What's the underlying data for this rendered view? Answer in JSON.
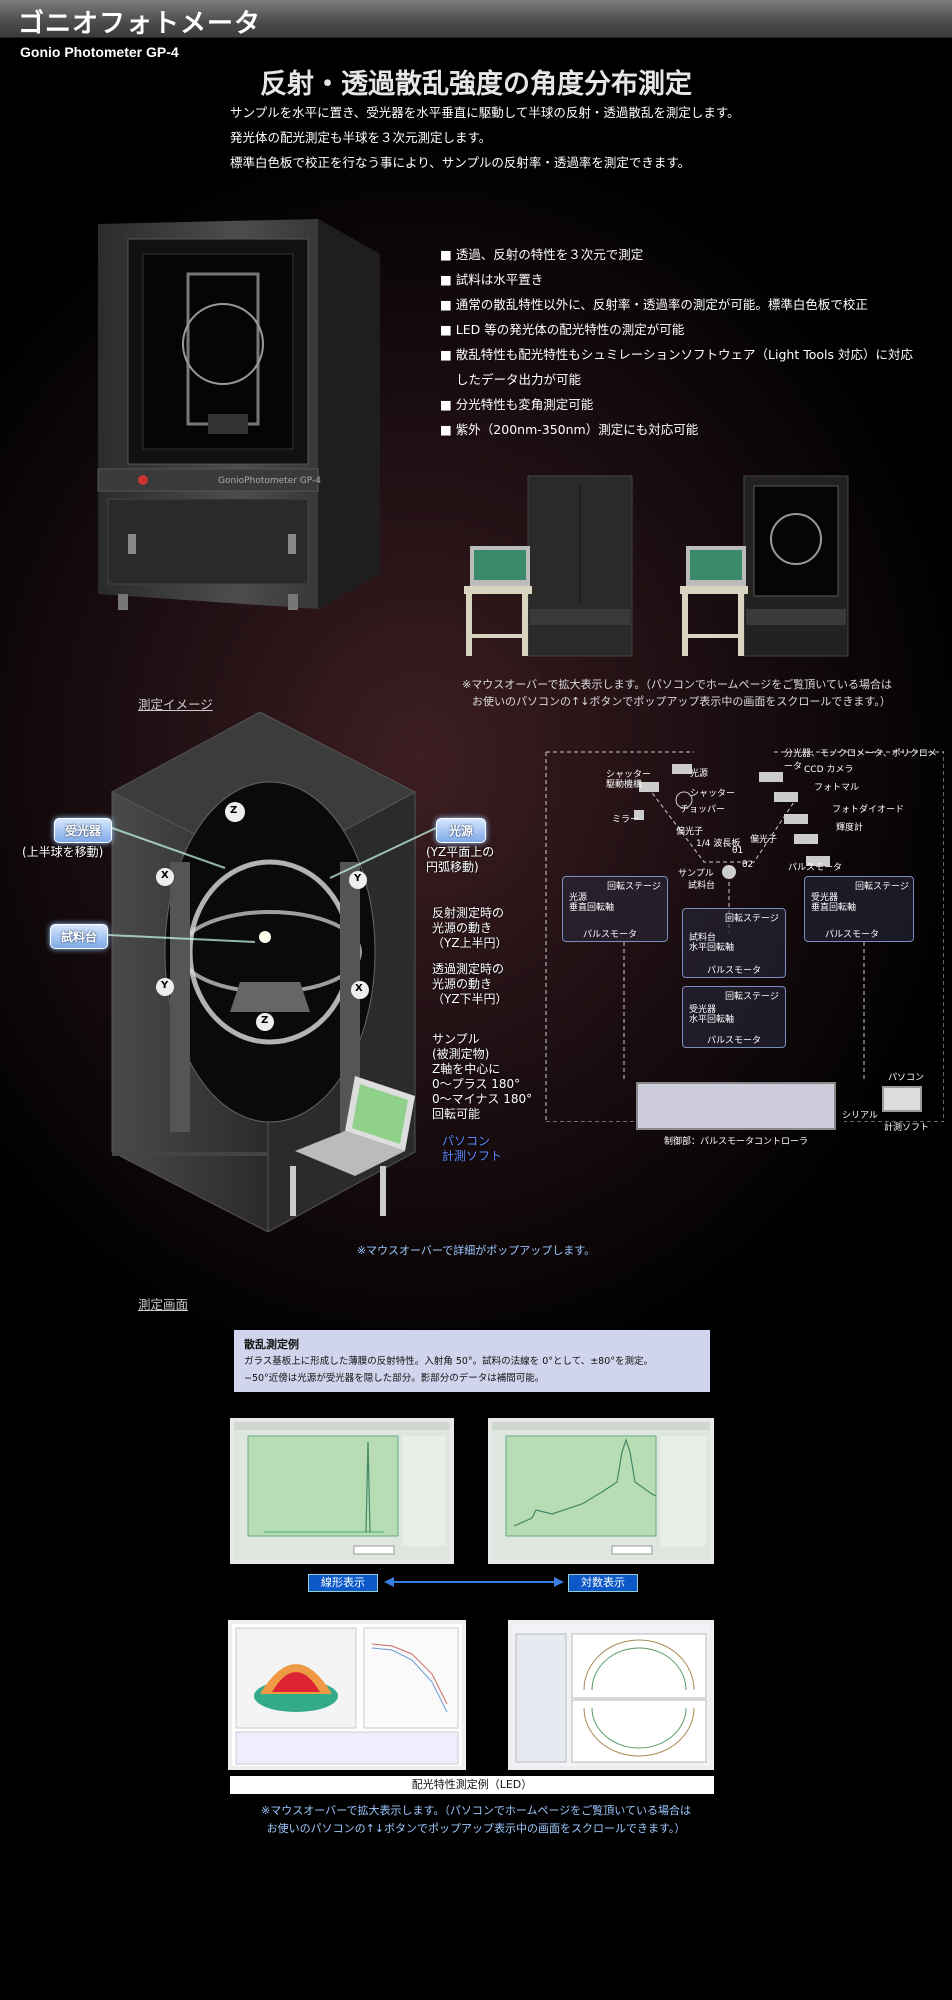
{
  "header": {
    "title": "ゴニオフォトメータ",
    "subtitle": "Gonio Photometer GP-4"
  },
  "main_title": "反射・透過散乱強度の角度分布測定",
  "intro": [
    "サンプルを水平に置き、受光器を水平垂直に駆動して半球の反射・透過散乱を測定します。",
    "発光体の配光測定も半球を３次元測定します。",
    "標準白色板で校正を行なう事により、サンプルの反射率・透過率を測定できます。"
  ],
  "features": [
    "■ 透過、反射の特性を３次元で測定",
    "■ 試料は水平置き",
    "■ 通常の散乱特性以外に、反射率・透過率の測定が可能。標準白色板で校正",
    "■ LED 等の発光体の配光特性の測定が可能",
    "■ 散乱特性も配光特性もシュミレーションソフトウェア（Light Tools 対応）に対応したデータ出力が可能",
    "■ 分光特性も変角測定可能",
    "■ 紫外（200nm-350nm）測定にも対応可能"
  ],
  "device_label": "GonioPhotometer GP-4",
  "mouseover_note_1": [
    "※マウスオーバーで拡大表示します。（パソコンでホームページをご覧頂いている場合は",
    "お使いのパソコンの↑↓ボタンでポップアップ表示中の画面をスクロールできます。）"
  ],
  "measurement_image_label": "測定イメージ",
  "callouts": {
    "receiver": "受光器",
    "receiver_note": "(上半球を移動)",
    "light_source": "光源",
    "light_source_note": [
      "(YZ平面上の",
      "円弧移動)"
    ],
    "sample_stage": "試料台",
    "reflect_note": [
      "反射測定時の",
      "光源の動き",
      "（YZ上半円）"
    ],
    "transmit_note": [
      "透過測定時の",
      "光源の動き",
      "（YZ下半円）"
    ],
    "sample_note": [
      "サンプル",
      "(被測定物)",
      "Z軸を中心に",
      "0～プラス 180°",
      "0～マイナス 180°",
      "回転可能"
    ],
    "pc_note": [
      "パソコン",
      "計測ソフト"
    ]
  },
  "axis_labels": {
    "z": "Z",
    "x": "X",
    "y": "Y"
  },
  "diagram": {
    "shutter_drive": "シャッター\n駆動機構",
    "light_source": "光源",
    "shutter": "シャッター",
    "chopper": "チョッパー",
    "mirror": "ミラー",
    "polarizer": "偏光子",
    "wave_plate": "1/4 波長板",
    "sample": "サンプル",
    "sample_stage": "試料台",
    "theta": "θ1",
    "theta2": "θ2",
    "polarizer2": "偏光子",
    "spectrometer": "分光器、モノクロメータ、ポリクロメータ",
    "ccd": "CCD カメラ",
    "photomul": "フォトマル",
    "photodiode": "フォトダイオード",
    "luminance": "輝度計",
    "pulse_motor": "パルスモータ",
    "rot_stage": "回転ステージ",
    "left_box_title": "光源\n垂直回転軸",
    "left_box_motor": "パルスモータ",
    "mid_box_title": "試料台\n水平回転軸",
    "mid_box_motor": "パルスモータ",
    "right_box_title": "受光器\n垂直回転軸",
    "right_box_motor": "パルスモータ",
    "low_box_title": "受光器\n水平回転軸",
    "low_box_motor": "パルスモータ",
    "controller": "制御部：パルスモータコントローラ",
    "serial": "シリアル",
    "pc": "パソコン",
    "software": "計測ソフト"
  },
  "mouseover_note_2": "※マウスオーバーで詳細がポップアップします。",
  "screen_label": "測定画面",
  "example": {
    "title": "散乱測定例",
    "line1": "ガラス基板上に形成した薄膜の反射特性。入射角 50°。試料の法線を 0°として、±80°を測定。",
    "line2": "−50°近傍は光源が受光器を隠した部分。影部分のデータは補間可能。"
  },
  "linear_label": "線形表示",
  "log_label": "対数表示",
  "led_label": "配光特性測定例（LED）",
  "bottom_note": [
    "※マウスオーバーで拡大表示します。（パソコンでホームページをご覧頂いている場合は",
    "お使いのパソコンの↑↓ボタンでポップアップ表示中の画面をスクロールできます。）"
  ]
}
